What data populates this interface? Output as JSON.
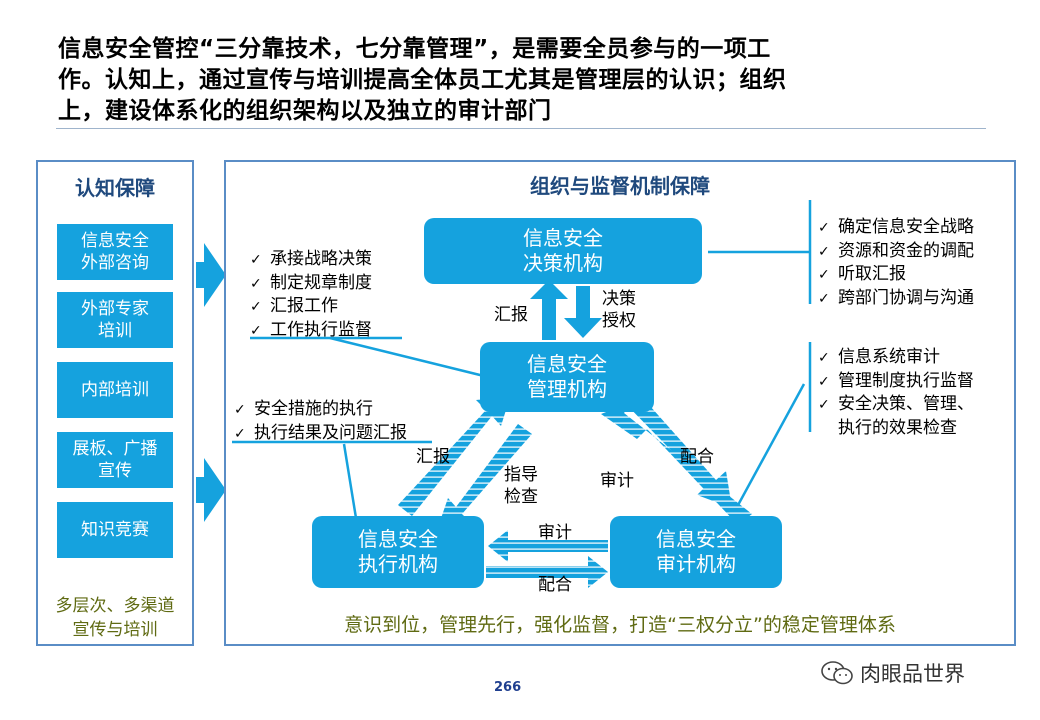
{
  "title": "信息安全管控“三分靠技术，七分靠管理”，是需要全员参与的一项工作。认知上，通过宣传与培训提高全体员工尤其是管理层的认识；组织上，建设体系化的组织架构以及独立的审计部门",
  "title_lines": [
    "信息安全管控“三分靠技术，七分靠管理”，是需要全员参与的一项工",
    "作。认知上，通过宣传与培训提高全体员工尤其是管理层的认识；组织",
    "上，建设体系化的组织架构以及独立的审计部门"
  ],
  "left": {
    "heading": "认知保障",
    "items": [
      [
        "信息安全",
        "外部咨询"
      ],
      [
        "外部专家",
        "培训"
      ],
      [
        "内部培训"
      ],
      [
        "展板、广播",
        "宣传"
      ],
      [
        "知识竞赛"
      ]
    ],
    "footer": [
      "多层次、多渠道",
      "宣传与培训"
    ]
  },
  "main": {
    "heading": "组织与监督机制保障",
    "nodes": {
      "decision": [
        "信息安全",
        "决策机构"
      ],
      "management": [
        "信息安全",
        "管理机构"
      ],
      "execution": [
        "信息安全",
        "执行机构"
      ],
      "audit": [
        "信息安全",
        "审计机构"
      ]
    },
    "arrow_labels": {
      "report_up": "汇报",
      "decision_auth": [
        "决策",
        "授权"
      ],
      "report_exec": "汇报",
      "guide_check": [
        "指导",
        "检查"
      ],
      "audit_mgmt": "审计",
      "cooperate_mgmt": "配合",
      "audit_exec": "审计",
      "cooperate_exec": "配合"
    },
    "checklists": {
      "decision": [
        "确定信息安全战略",
        "资源和资金的调配",
        "听取汇报",
        "跨部门协调与沟通"
      ],
      "management": [
        "承接战略决策",
        "制定规章制度",
        "汇报工作",
        "工作执行监督"
      ],
      "execution": [
        "安全措施的执行",
        "执行结果及问题汇报"
      ],
      "audit": [
        "信息系统审计",
        "管理制度执行监督",
        "安全决策、管理、",
        "执行的效果检查"
      ]
    },
    "slogan": "意识到位，管理先行，强化监督，打造“三权分立”的稳定管理体系"
  },
  "page_number": "266",
  "watermark": "肉眼品世界",
  "colors": {
    "node_fill": "#15a2de",
    "border": "#5a8dc6",
    "heading": "#1f497d",
    "olive_text": "#5f6a12"
  }
}
